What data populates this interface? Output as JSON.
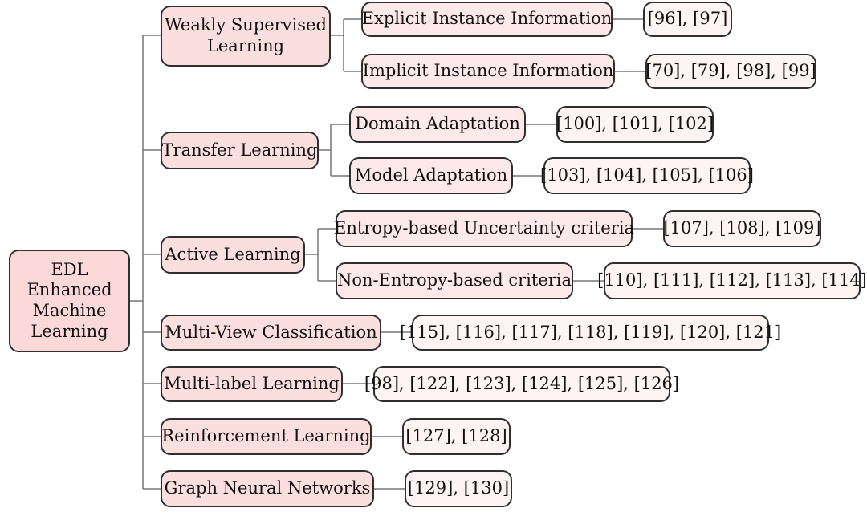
{
  "diagram": {
    "root": [
      "EDL",
      "Enhanced",
      "Machine",
      "Learning"
    ],
    "branches": [
      {
        "label": [
          "Weakly Supervised",
          "Learning"
        ],
        "children": [
          {
            "label": "Explicit Instance Information",
            "refs": "[96], [97]"
          },
          {
            "label": "Implicit Instance Information",
            "refs": "[70], [79], [98], [99]"
          }
        ]
      },
      {
        "label": [
          "Transfer Learning"
        ],
        "children": [
          {
            "label": "Domain Adaptation",
            "refs": "[100], [101], [102]"
          },
          {
            "label": "Model Adaptation",
            "refs": "[103], [104], [105], [106]"
          }
        ]
      },
      {
        "label": [
          "Active Learning"
        ],
        "children": [
          {
            "label": "Entropy-based Uncertainty criteria",
            "refs": "[107], [108], [109]"
          },
          {
            "label": "Non-Entropy-based criteria",
            "refs": "[110], [111], [112], [113], [114]"
          }
        ]
      },
      {
        "label": [
          "Multi-View Classification"
        ],
        "refs": "[115], [116], [117], [118], [119], [120], [121]"
      },
      {
        "label": [
          "Multi-label Learning"
        ],
        "refs": "[98], [122], [123], [124], [125], [126]"
      },
      {
        "label": [
          "Reinforcement Learning"
        ],
        "refs": "[127], [128]"
      },
      {
        "label": [
          "Graph Neural Networks"
        ],
        "refs": "[129], [130]"
      }
    ],
    "colors": {
      "root_fill": "#fbd9d9",
      "branch_fill": "#fbdede",
      "sub_fill": "#fde9e9",
      "ref_fill": "#fff4f4",
      "border": "#2f2f2f",
      "line": "#777777"
    }
  }
}
